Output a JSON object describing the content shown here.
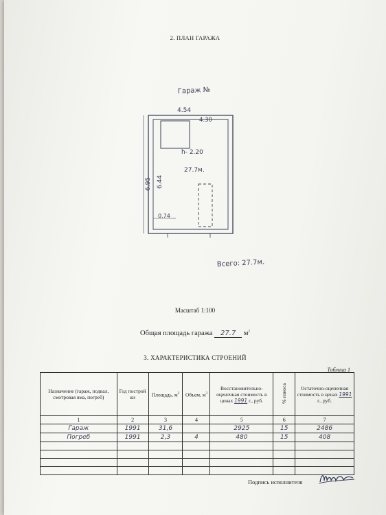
{
  "section_plan_title": "2. ПЛАН ГАРАЖА",
  "plan": {
    "garage_label": "Гараж №",
    "top_width": "4.54",
    "inner_width": "4.30",
    "height_label": "h- 2.20",
    "area_label": "27.7м.",
    "outer_length": "6.95",
    "inner_length": "6.44",
    "pit_width": "0.74",
    "total_label": "Всего: 27.7м."
  },
  "scale_text": "Масштаб 1:100",
  "total_area": {
    "prefix": "Общая площадь гаража",
    "value": "27.7",
    "unit": "м"
  },
  "section_table_title": "3. ХАРАКТЕРИСТИКА СТРОЕНИЙ",
  "table_caption": "Таблица 1",
  "table": {
    "headers": {
      "purpose": "Назначение (гараж, подвал, смотровая яма, погреб)",
      "year": "Год построй ки",
      "area": "Площадь, м",
      "volume": "Объем, м",
      "restore": "Восстановительно-оценочная стоимость в ценах",
      "restore_year": "1991",
      "restore_suffix": "г., руб.",
      "wear": "% износа",
      "residual": "Остаточно-оценочная стоимость в ценах",
      "residual_year": "1991",
      "residual_suffix": "г., руб."
    },
    "column_numbers": [
      "1",
      "2",
      "3",
      "4",
      "5",
      "6",
      "7"
    ],
    "rows": [
      {
        "purpose": "Гараж",
        "year": "1991",
        "area": "31,6",
        "volume": "",
        "restore": "2925",
        "wear": "15",
        "residual": "2486"
      },
      {
        "purpose": "Погреб",
        "year": "1991",
        "area": "2,3",
        "volume": "4",
        "restore": "480",
        "wear": "15",
        "residual": "408"
      }
    ]
  },
  "signature_label": "Подпись исполнителя",
  "colors": {
    "paper": "#f4f4f0",
    "ink": "#1e1e22",
    "pen": "#3a3f55"
  }
}
